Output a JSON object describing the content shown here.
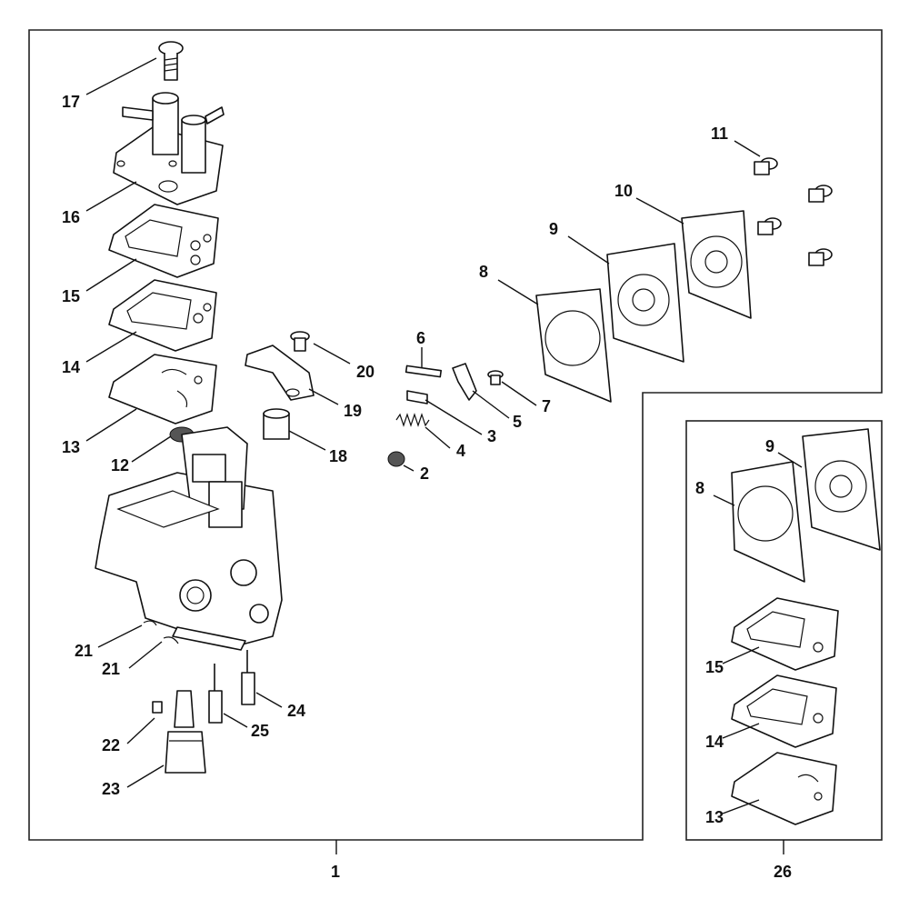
{
  "diagram": {
    "assembly_label": "1",
    "kit_label": "26",
    "callouts": [
      {
        "id": "17",
        "text": "17"
      },
      {
        "id": "16",
        "text": "16"
      },
      {
        "id": "15",
        "text": "15"
      },
      {
        "id": "14",
        "text": "14"
      },
      {
        "id": "13",
        "text": "13"
      },
      {
        "id": "12",
        "text": "12"
      },
      {
        "id": "20",
        "text": "20"
      },
      {
        "id": "19",
        "text": "19"
      },
      {
        "id": "18",
        "text": "18"
      },
      {
        "id": "6",
        "text": "6"
      },
      {
        "id": "3",
        "text": "3"
      },
      {
        "id": "4",
        "text": "4"
      },
      {
        "id": "2",
        "text": "2"
      },
      {
        "id": "5",
        "text": "5"
      },
      {
        "id": "7",
        "text": "7"
      },
      {
        "id": "8",
        "text": "8"
      },
      {
        "id": "9",
        "text": "9"
      },
      {
        "id": "10",
        "text": "10"
      },
      {
        "id": "11",
        "text": "11"
      },
      {
        "id": "21a",
        "text": "21"
      },
      {
        "id": "21b",
        "text": "21"
      },
      {
        "id": "22",
        "text": "22"
      },
      {
        "id": "23",
        "text": "23"
      },
      {
        "id": "24",
        "text": "24"
      },
      {
        "id": "25",
        "text": "25"
      },
      {
        "id": "kit8",
        "text": "8"
      },
      {
        "id": "kit9",
        "text": "9"
      },
      {
        "id": "kit15",
        "text": "15"
      },
      {
        "id": "kit14",
        "text": "14"
      },
      {
        "id": "kit13",
        "text": "13"
      }
    ]
  }
}
